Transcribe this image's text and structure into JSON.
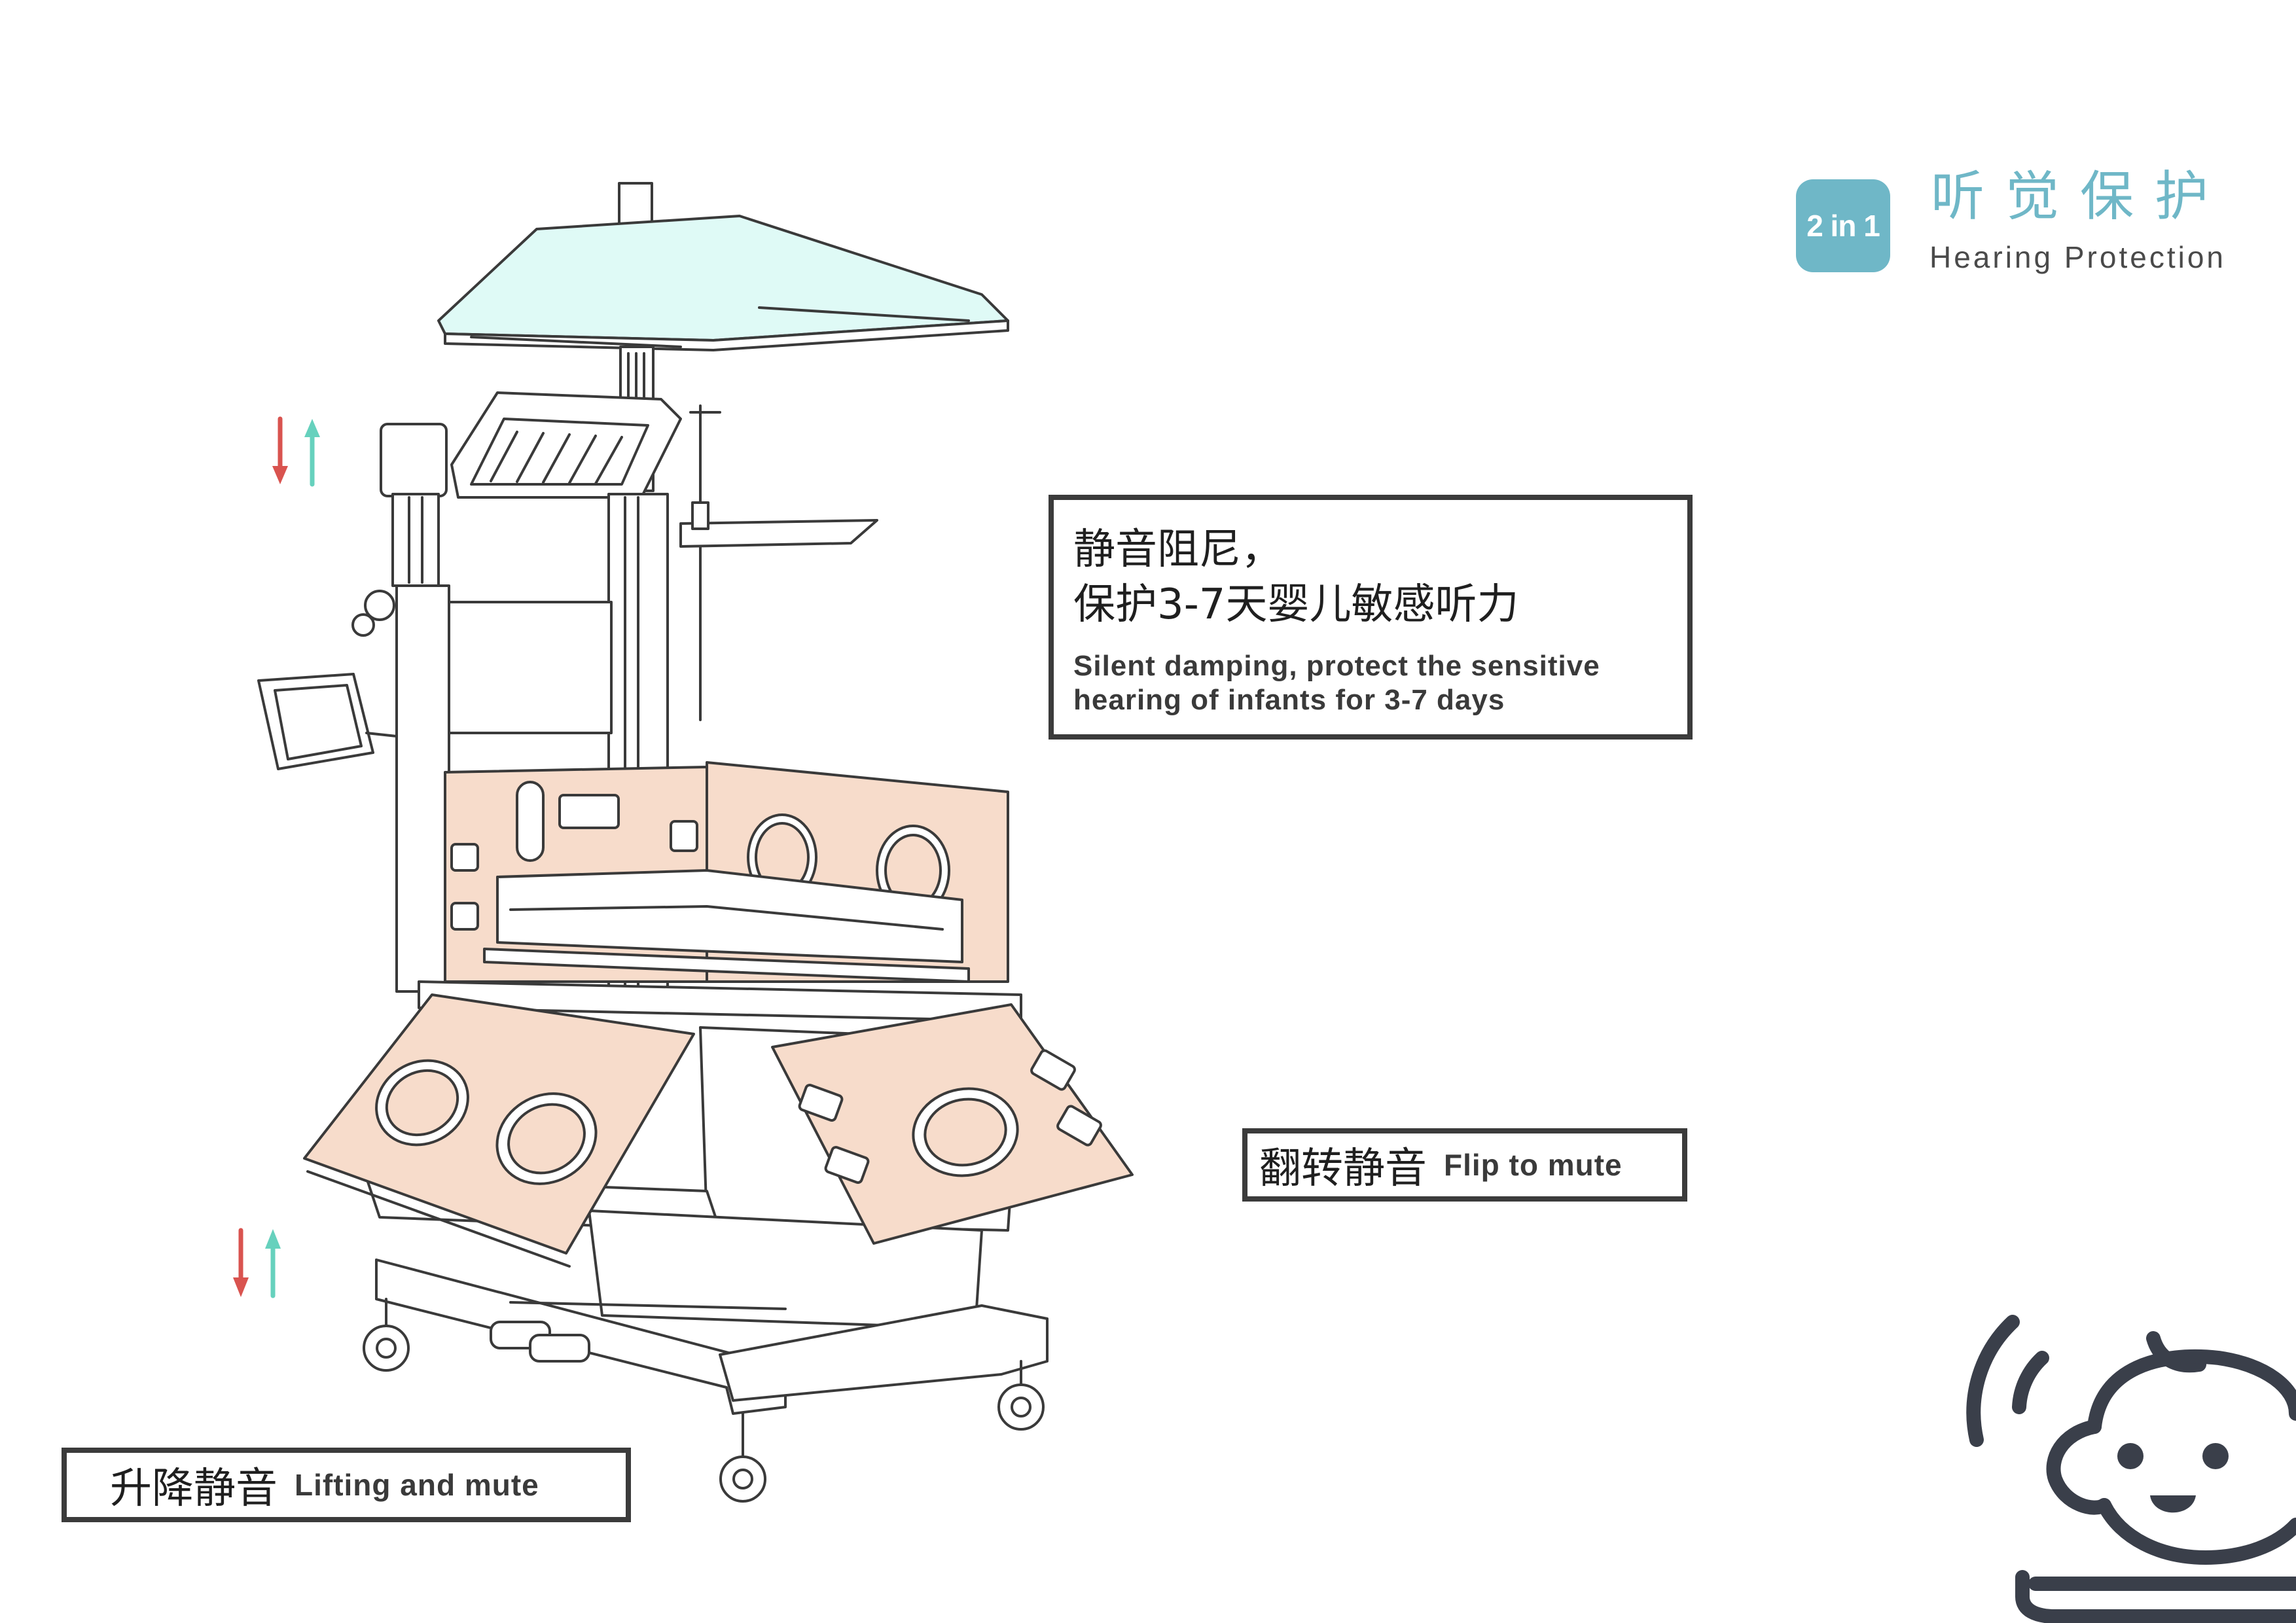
{
  "badge": {
    "label": "2 in 1"
  },
  "heading": {
    "cn": "听觉保护",
    "en": "Hearing Protection"
  },
  "main_callout": {
    "cn_line1": "静音阻尼，",
    "cn_line2": "保护3-7天婴儿敏感听力",
    "en_line1": "Silent damping, protect the sensitive",
    "en_line2": "hearing of infants for 3-7 days"
  },
  "flip_callout": {
    "cn": "翻转静音",
    "en": "Flip to mute"
  },
  "lift_callout": {
    "cn": "升降静音",
    "en": "Lifting and mute"
  },
  "colors": {
    "accent": "#6fb7c7",
    "arrow_down": "#d9534f",
    "arrow_up": "#66d1bd",
    "panel_fill": "#f7dccb",
    "canopy_fill": "#dffaf6",
    "line": "#3a3a3a",
    "baby_icon": "#3a3f4a"
  },
  "icons": [
    "up-down-arrows-icon",
    "baby-hearing-icon"
  ]
}
